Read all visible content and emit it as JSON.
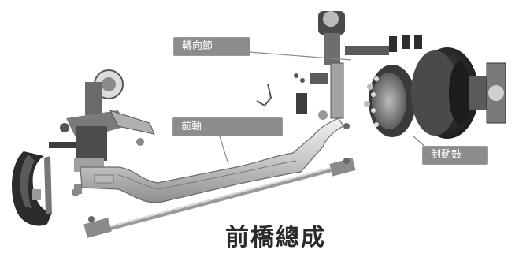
{
  "labels": {
    "knuckle": "轉向節",
    "axle": "前軸",
    "drum": "制動鼓"
  },
  "title": "前橋總成",
  "colors": {
    "callout_bg": "#8c8c8c",
    "callout_text": "#ffffff",
    "metal_light": "#d9d9d9",
    "metal_mid": "#a8a8a8",
    "metal_dark": "#3a3a3a"
  }
}
